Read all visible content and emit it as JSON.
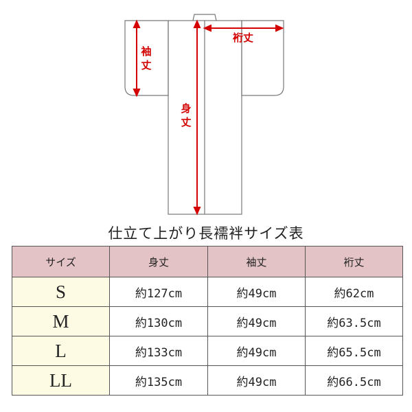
{
  "diagram": {
    "labels": {
      "sleeve_length": "袖丈",
      "body_length": "身丈",
      "yuki": "裄丈"
    },
    "colors": {
      "outline": "#777777",
      "measure": "#d40000"
    }
  },
  "table": {
    "title": "仕立て上がり長襦袢サイズ表",
    "headers": [
      "サイズ",
      "身丈",
      "袖丈",
      "裄丈"
    ],
    "rows": [
      [
        "S",
        "約127cm",
        "約49cm",
        "約62cm"
      ],
      [
        "M",
        "約130cm",
        "約49cm",
        "約63.5cm"
      ],
      [
        "L",
        "約133cm",
        "約49cm",
        "約65.5cm"
      ],
      [
        "LL",
        "約135cm",
        "約49cm",
        "約66.5cm"
      ]
    ],
    "colors": {
      "header_bg": "#e3c3c6",
      "size_bg": "#fdfbe3"
    }
  }
}
